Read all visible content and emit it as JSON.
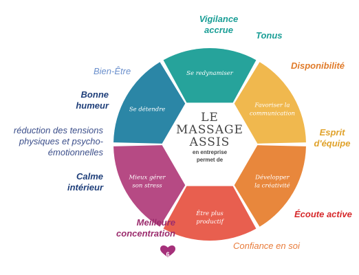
{
  "center": {
    "line1": "LE",
    "line2": "MASSAGE",
    "line3": "ASSIS",
    "line4": "en entreprise",
    "line5": "permet de"
  },
  "segments": [
    {
      "line1": "Se redynamiser",
      "line2": "",
      "color": "#26a39b"
    },
    {
      "line1": "Favoriser la",
      "line2": "communication",
      "color": "#f0b84e"
    },
    {
      "line1": "Développer",
      "line2": "la créativité",
      "color": "#e8873c"
    },
    {
      "line1": "Être plus",
      "line2": "productif",
      "color": "#e85f4f"
    },
    {
      "line1": "Mieux gérer",
      "line2": "son stress",
      "color": "#b64a84"
    },
    {
      "line1": "Se détendre",
      "line2": "",
      "color": "#2b86a6"
    }
  ],
  "outer_labels": {
    "vigilance": "Vigilance accrue",
    "tonus": "Tonus",
    "disponibilite": "Disponibilité",
    "esprit": "Esprit d'équipe",
    "ecoute": "Écoute active",
    "confiance": "Confiance en soi",
    "concentration": "Meilleure concentration",
    "calme": "Calme intérieur",
    "reduction": "réduction des tensions physiques et psycho-émotionnelles",
    "humeur": "Bonne humeur",
    "bienetre": "Bien-Être"
  },
  "page_number": "6",
  "colors": {
    "vigilance": "#1a9e96",
    "tonus": "#1a9e96",
    "disponibilite": "#e07b2a",
    "esprit": "#e0a22a",
    "ecoute": "#d6282a",
    "confiance": "#e87b3a",
    "concentration": "#9b2c6d",
    "calme": "#1f3f7a",
    "reduction": "#3b4e8a",
    "humeur": "#1f3f7a",
    "bienetre": "#6a8fcc",
    "heart": "#a5307a",
    "center_text": "#444444"
  }
}
